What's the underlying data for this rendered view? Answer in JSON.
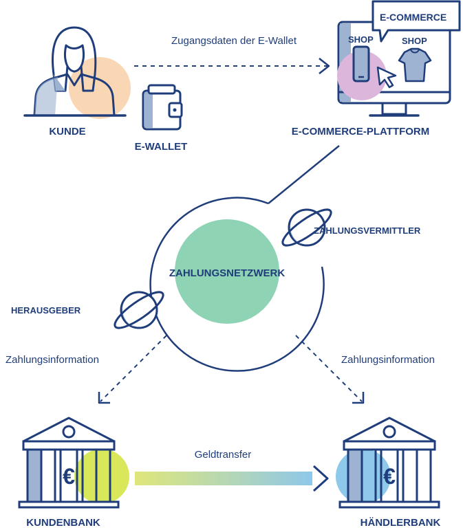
{
  "colors": {
    "navy": "#1f3d7a",
    "steel": "#9db3d1",
    "peach": "#f9d7b5",
    "lilac": "#ddb6dc",
    "mint": "#8dd3b4",
    "lime": "#d9e85a",
    "sky": "#8ec8ea"
  },
  "nodes": {
    "kunde": "KUNDE",
    "e_wallet": "E-WALLET",
    "ecommerce_platform": "E-COMMERCE-PLATTFORM",
    "ecommerce_badge": "E-COMMERCE",
    "shop_1": "SHOP",
    "shop_2": "SHOP",
    "zahlungsnetzwerk": "ZAHLUNGSNETZWERK",
    "zahlungsvermittler": "ZAHLUNGSVERMITTLER",
    "herausgeber": "HERAUSGEBER",
    "kundenbank": "KUNDENBANK",
    "haendlerbank": "HÄNDLERBANK"
  },
  "edges": {
    "access_data": "Zugangsdaten der E-Wallet",
    "payment_info_left": "Zahlungsinformation",
    "payment_info_right": "Zahlungsinformation",
    "money_transfer": "Geldtransfer"
  },
  "icons": {
    "customer": "person-at-laptop-icon",
    "wallet": "wallet-icon",
    "monitor": "monitor-shop-icon",
    "planets": "planet-icon",
    "banks": "bank-euro-icon"
  }
}
